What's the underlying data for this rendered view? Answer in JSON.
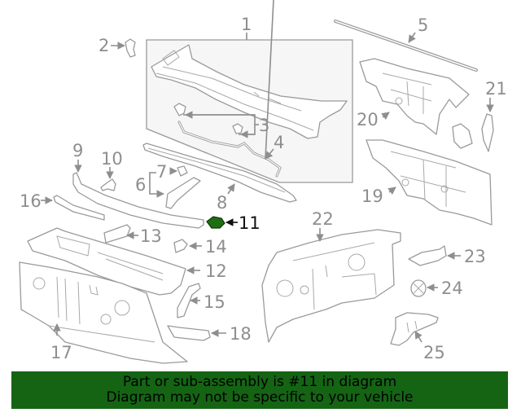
{
  "highlight_color": "#1f6e12",
  "banner": {
    "line1": "Part or sub-assembly is #11 in diagram",
    "line2": "Diagram may not be specific to your vehicle",
    "background": "#146414"
  },
  "callouts": [
    {
      "id": "1",
      "label": "1"
    },
    {
      "id": "2",
      "label": "2"
    },
    {
      "id": "3",
      "label": "3"
    },
    {
      "id": "4",
      "label": "4"
    },
    {
      "id": "5",
      "label": "5"
    },
    {
      "id": "6",
      "label": "6"
    },
    {
      "id": "7",
      "label": "7"
    },
    {
      "id": "8",
      "label": "8"
    },
    {
      "id": "9",
      "label": "9"
    },
    {
      "id": "10",
      "label": "10"
    },
    {
      "id": "11",
      "label": "11",
      "highlighted": true
    },
    {
      "id": "12",
      "label": "12"
    },
    {
      "id": "13",
      "label": "13"
    },
    {
      "id": "14",
      "label": "14"
    },
    {
      "id": "15",
      "label": "15"
    },
    {
      "id": "16",
      "label": "16"
    },
    {
      "id": "17",
      "label": "17"
    },
    {
      "id": "18",
      "label": "18"
    },
    {
      "id": "19",
      "label": "19"
    },
    {
      "id": "20",
      "label": "20"
    },
    {
      "id": "21",
      "label": "21"
    },
    {
      "id": "22",
      "label": "22"
    },
    {
      "id": "23",
      "label": "23"
    },
    {
      "id": "24",
      "label": "24"
    },
    {
      "id": "25",
      "label": "25"
    }
  ]
}
